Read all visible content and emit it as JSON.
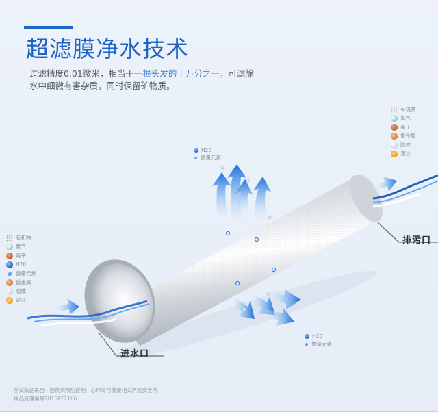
{
  "header": {
    "title": "超滤膜净水技术",
    "description_part1": "过滤精度0.01微米，相当于",
    "description_highlight": "一根头发的十万分之一",
    "description_part2": "，可滤除水中细微有害杂质，同时保留矿物质。"
  },
  "colors": {
    "accent": "#1a64c8",
    "title": "#1d62c7",
    "highlight": "#4a86d6",
    "arrow_blue": "#2a7ae0",
    "background": "#e9f0f8"
  },
  "legend_inlet": {
    "items": [
      {
        "icon": "organic-icon",
        "label": "有机物"
      },
      {
        "icon": "chlorine-icon",
        "label": "氯气"
      },
      {
        "icon": "ion-icon",
        "label": "离子"
      },
      {
        "icon": "h2o-icon",
        "label": "H20"
      },
      {
        "icon": "trace-element-icon",
        "label": "微量元素"
      },
      {
        "icon": "heavy-metal-icon",
        "label": "重金属"
      },
      {
        "icon": "colloid-icon",
        "label": "胶体"
      },
      {
        "icon": "sand-icon",
        "label": "泥沙"
      }
    ]
  },
  "legend_outlet": {
    "items": [
      {
        "icon": "organic-icon",
        "label": "有机物"
      },
      {
        "icon": "chlorine-icon",
        "label": "氯气"
      },
      {
        "icon": "ion-icon",
        "label": "离子"
      },
      {
        "icon": "heavy-metal-icon",
        "label": "重金属"
      },
      {
        "icon": "colloid-icon",
        "label": "胶体"
      },
      {
        "icon": "sand-icon",
        "label": "泥沙"
      }
    ]
  },
  "legend_top": {
    "items": [
      {
        "icon": "h2o-icon",
        "label": "H20"
      },
      {
        "icon": "trace-element-icon",
        "label": "微量元素"
      }
    ]
  },
  "legend_bottom": {
    "items": [
      {
        "icon": "h2o-icon",
        "label": "H20"
      },
      {
        "icon": "trace-element-icon",
        "label": "微量元素"
      }
    ]
  },
  "callouts": {
    "inlet": "进水口",
    "outlet": "排污口"
  },
  "footnote": {
    "line1": "测试数据来自中国疾病预防控制中心环境与健康相关产品安全所",
    "line2": "样品受理编号2015KF2166"
  }
}
